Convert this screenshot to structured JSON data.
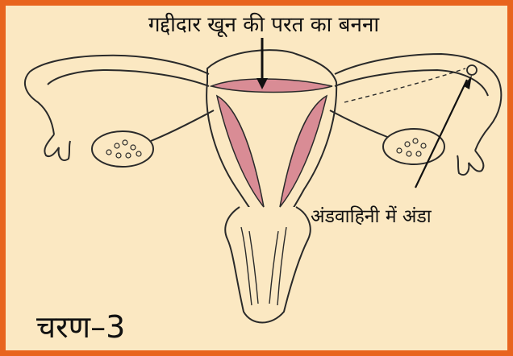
{
  "labels": {
    "top": "गद्दीदार खून की परत का बनना",
    "egg": "अंडवाहिनी में अंडा",
    "stage": "चरण–3"
  },
  "colors": {
    "border": "#e8641e",
    "background": "#fbe8c2",
    "lining": "#d98c95",
    "outline": "#2a2a2a"
  }
}
